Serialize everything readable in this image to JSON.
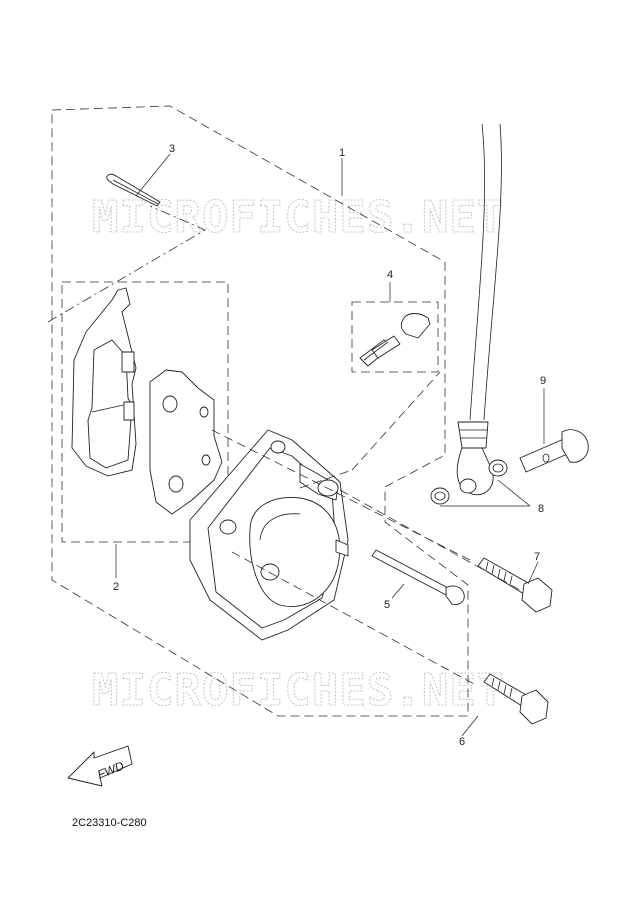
{
  "diagram": {
    "part_code": "2C23310-C280",
    "watermark": "MICROFICHES.NET",
    "direction_label": "FWD",
    "callouts": [
      "1",
      "2",
      "3",
      "4",
      "5",
      "6",
      "7",
      "8",
      "9"
    ]
  }
}
